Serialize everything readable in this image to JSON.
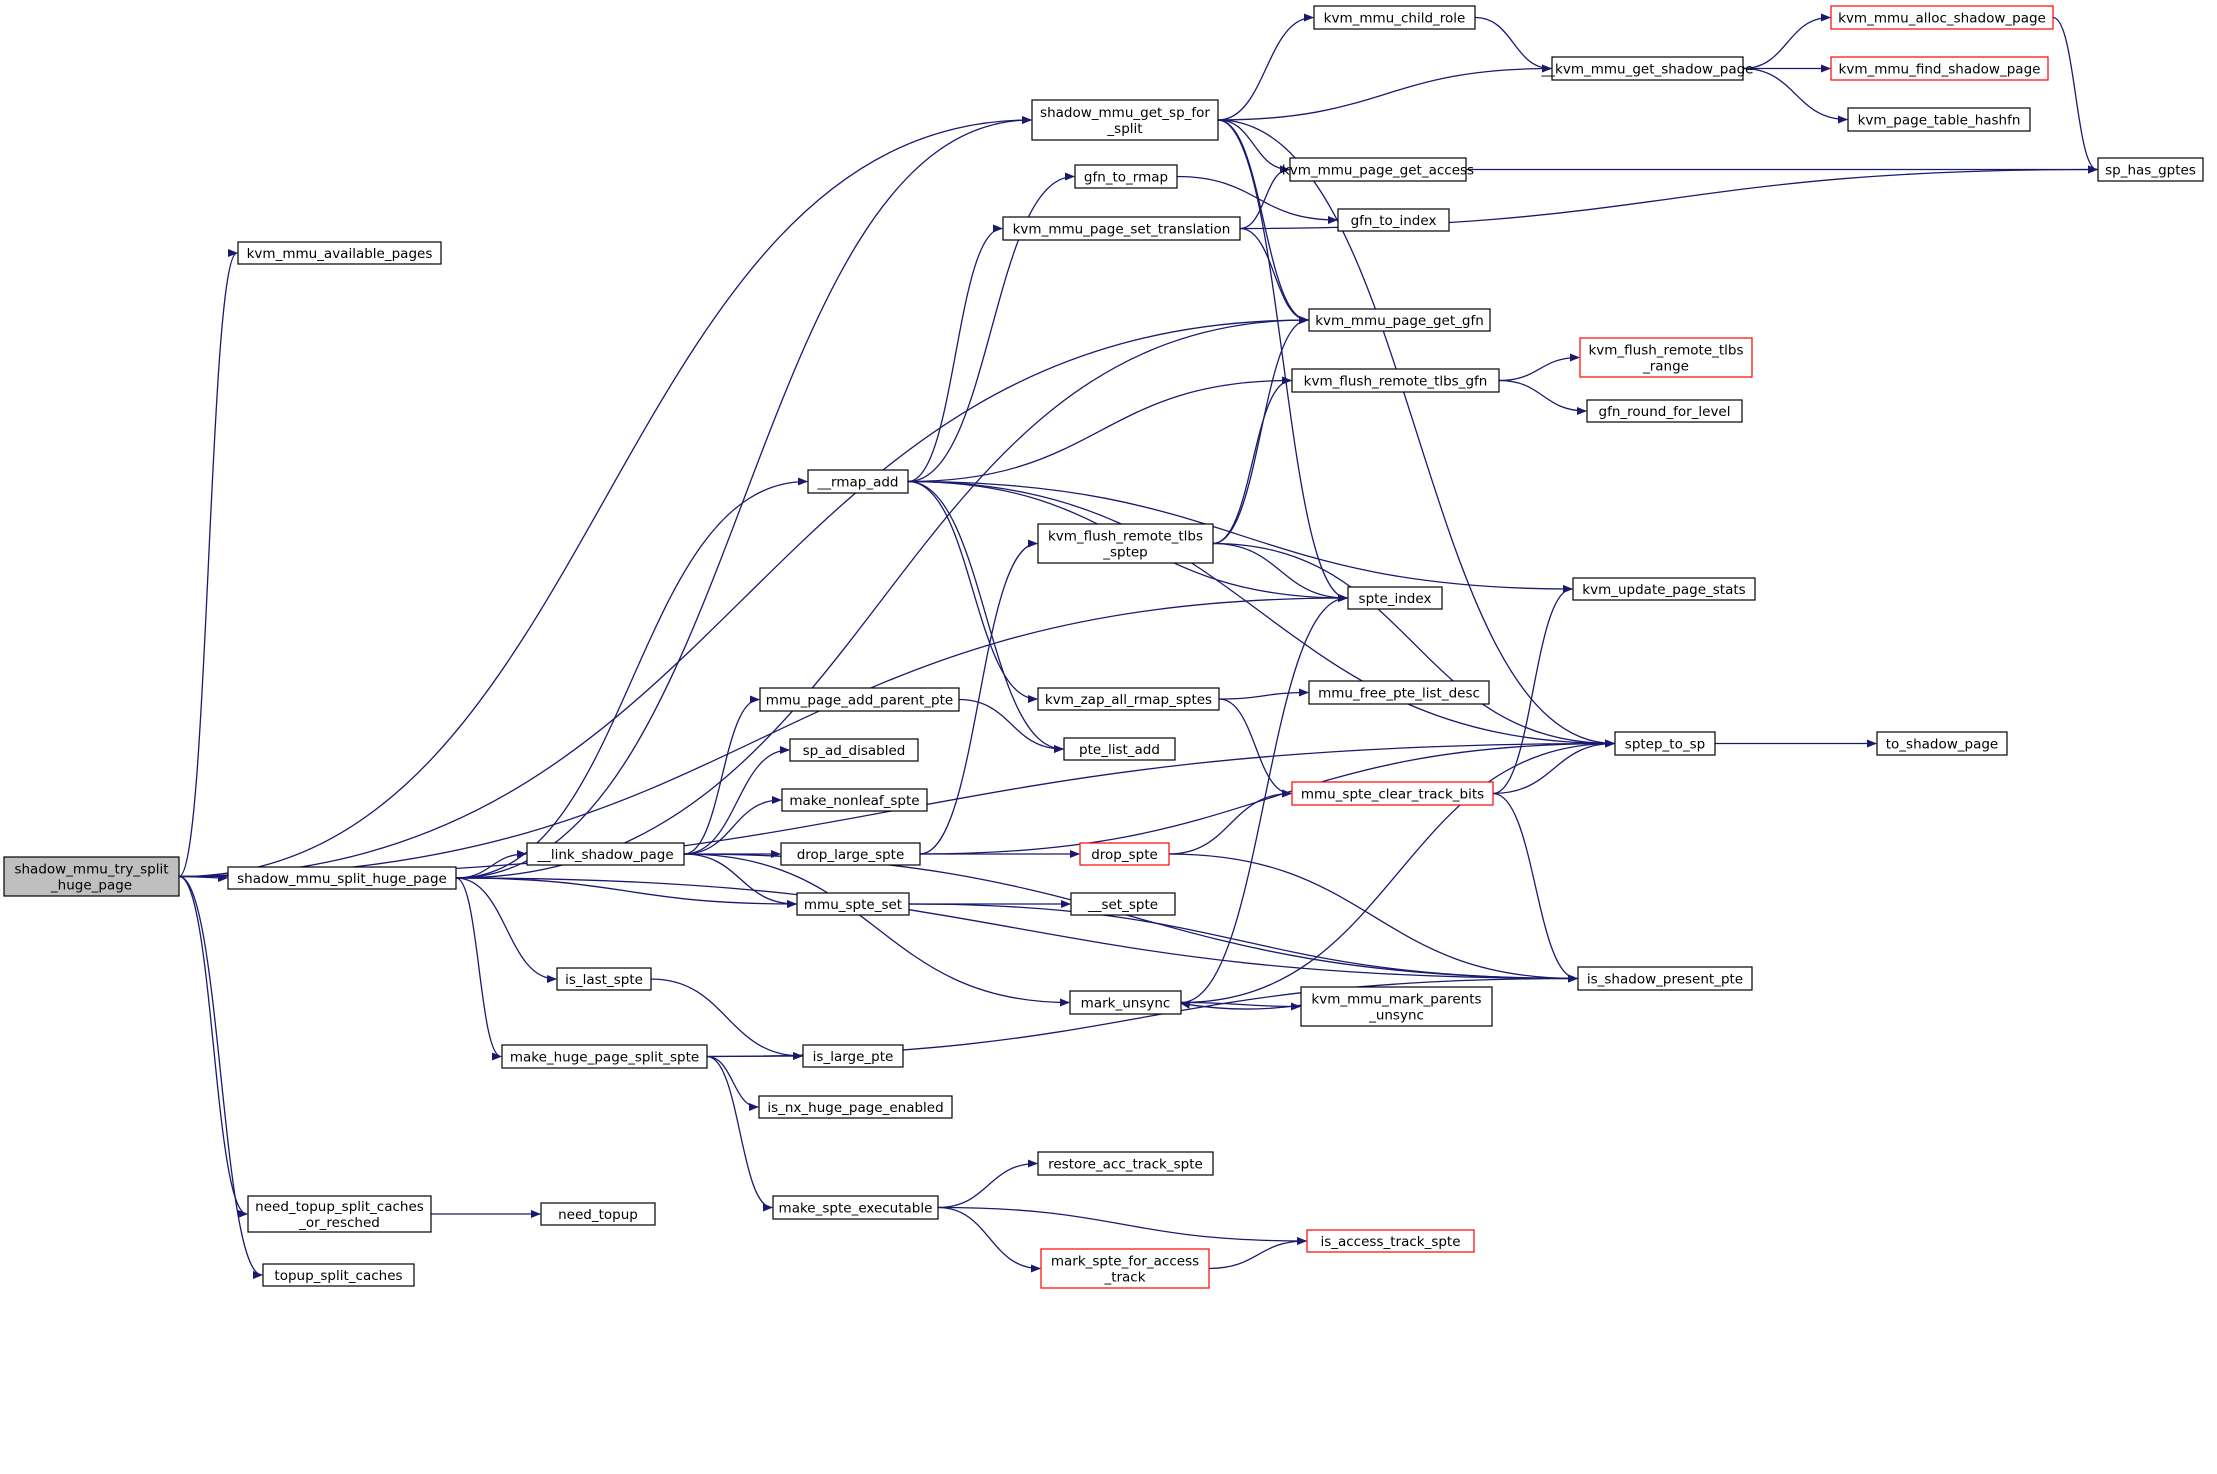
{
  "colors": {
    "edge": "#191970",
    "node_border": "#000000",
    "node_border_truncated": "#ff0000",
    "node_fill": "#ffffff",
    "node_fill_root": "#bfbfbf"
  },
  "nodes": [
    {
      "id": "root",
      "lines": [
        "shadow_mmu_try_split",
        "_huge_page"
      ],
      "style": "root"
    },
    {
      "id": "avail",
      "lines": [
        "kvm_mmu_available_pages"
      ],
      "style": "normal"
    },
    {
      "id": "split",
      "lines": [
        "shadow_mmu_split_huge_page"
      ],
      "style": "normal"
    },
    {
      "id": "needtopupsplit",
      "lines": [
        "need_topup_split_caches",
        "_or_resched"
      ],
      "style": "normal"
    },
    {
      "id": "topupsplit",
      "lines": [
        "topup_split_caches"
      ],
      "style": "normal"
    },
    {
      "id": "getsp",
      "lines": [
        "shadow_mmu_get_sp_for",
        "_split"
      ],
      "style": "normal"
    },
    {
      "id": "rmapadd",
      "lines": [
        "__rmap_add"
      ],
      "style": "normal"
    },
    {
      "id": "link",
      "lines": [
        "__link_shadow_page"
      ],
      "style": "normal"
    },
    {
      "id": "islast",
      "lines": [
        "is_last_spte"
      ],
      "style": "normal"
    },
    {
      "id": "mkhuge",
      "lines": [
        "make_huge_page_split_spte"
      ],
      "style": "normal"
    },
    {
      "id": "needtopup",
      "lines": [
        "need_topup"
      ],
      "style": "normal"
    },
    {
      "id": "childrole",
      "lines": [
        "kvm_mmu_child_role"
      ],
      "style": "normal"
    },
    {
      "id": "getshadow",
      "lines": [
        "__kvm_mmu_get_shadow_page"
      ],
      "style": "normal"
    },
    {
      "id": "allocshadow",
      "lines": [
        "kvm_mmu_alloc_shadow_page"
      ],
      "style": "truncated"
    },
    {
      "id": "findshadow",
      "lines": [
        "kvm_mmu_find_shadow_page"
      ],
      "style": "truncated"
    },
    {
      "id": "hashfn",
      "lines": [
        "kvm_page_table_hashfn"
      ],
      "style": "normal"
    },
    {
      "id": "hasgptes",
      "lines": [
        "sp_has_gptes"
      ],
      "style": "normal"
    },
    {
      "id": "gfntormap",
      "lines": [
        "gfn_to_rmap"
      ],
      "style": "normal"
    },
    {
      "id": "getaccess",
      "lines": [
        "kvm_mmu_page_get_access"
      ],
      "style": "normal"
    },
    {
      "id": "settrans",
      "lines": [
        "kvm_mmu_page_set_translation"
      ],
      "style": "normal"
    },
    {
      "id": "gfntoindex",
      "lines": [
        "gfn_to_index"
      ],
      "style": "normal"
    },
    {
      "id": "getgfn",
      "lines": [
        "kvm_mmu_page_get_gfn"
      ],
      "style": "normal"
    },
    {
      "id": "flushgfn",
      "lines": [
        "kvm_flush_remote_tlbs_gfn"
      ],
      "style": "normal"
    },
    {
      "id": "flushrange",
      "lines": [
        "kvm_flush_remote_tlbs",
        "_range"
      ],
      "style": "truncated"
    },
    {
      "id": "gfnround",
      "lines": [
        "gfn_round_for_level"
      ],
      "style": "normal"
    },
    {
      "id": "flushsptep",
      "lines": [
        "kvm_flush_remote_tlbs",
        "_sptep"
      ],
      "style": "normal"
    },
    {
      "id": "updstats",
      "lines": [
        "kvm_update_page_stats"
      ],
      "style": "normal"
    },
    {
      "id": "spteindex",
      "lines": [
        "spte_index"
      ],
      "style": "normal"
    },
    {
      "id": "zaprmap",
      "lines": [
        "kvm_zap_all_rmap_sptes"
      ],
      "style": "normal"
    },
    {
      "id": "freeptelist",
      "lines": [
        "mmu_free_pte_list_desc"
      ],
      "style": "normal"
    },
    {
      "id": "addparent",
      "lines": [
        "mmu_page_add_parent_pte"
      ],
      "style": "normal"
    },
    {
      "id": "ptelistadd",
      "lines": [
        "pte_list_add"
      ],
      "style": "normal"
    },
    {
      "id": "sptetosp",
      "lines": [
        "sptep_to_sp"
      ],
      "style": "normal"
    },
    {
      "id": "toshadow",
      "lines": [
        "to_shadow_page"
      ],
      "style": "normal"
    },
    {
      "id": "addisabled",
      "lines": [
        "sp_ad_disabled"
      ],
      "style": "normal"
    },
    {
      "id": "mknonleaf",
      "lines": [
        "make_nonleaf_spte"
      ],
      "style": "normal"
    },
    {
      "id": "cleartrack",
      "lines": [
        "mmu_spte_clear_track_bits"
      ],
      "style": "truncated"
    },
    {
      "id": "droplarge",
      "lines": [
        "drop_large_spte"
      ],
      "style": "normal"
    },
    {
      "id": "dropspte",
      "lines": [
        "drop_spte"
      ],
      "style": "truncated"
    },
    {
      "id": "sptesset",
      "lines": [
        "mmu_spte_set"
      ],
      "style": "normal"
    },
    {
      "id": "setspte",
      "lines": [
        "__set_spte"
      ],
      "style": "normal"
    },
    {
      "id": "ispresent",
      "lines": [
        "is_shadow_present_pte"
      ],
      "style": "normal"
    },
    {
      "id": "markunsync",
      "lines": [
        "mark_unsync"
      ],
      "style": "normal"
    },
    {
      "id": "markparents",
      "lines": [
        "kvm_mmu_mark_parents",
        "_unsync"
      ],
      "style": "normal"
    },
    {
      "id": "islarge",
      "lines": [
        "is_large_pte"
      ],
      "style": "normal"
    },
    {
      "id": "nxhuge",
      "lines": [
        "is_nx_huge_page_enabled"
      ],
      "style": "normal"
    },
    {
      "id": "restoreacc",
      "lines": [
        "restore_acc_track_spte"
      ],
      "style": "normal"
    },
    {
      "id": "mkexec",
      "lines": [
        "make_spte_executable"
      ],
      "style": "normal"
    },
    {
      "id": "isacctrack",
      "lines": [
        "is_access_track_spte"
      ],
      "style": "truncated"
    },
    {
      "id": "markacc",
      "lines": [
        "mark_spte_for_access",
        "_track"
      ],
      "style": "truncated"
    }
  ],
  "edges": [
    [
      "root",
      "avail"
    ],
    [
      "root",
      "split"
    ],
    [
      "root",
      "needtopupsplit"
    ],
    [
      "root",
      "topupsplit"
    ],
    [
      "root",
      "getsp"
    ],
    [
      "root",
      "getgfn"
    ],
    [
      "root",
      "spteindex"
    ],
    [
      "root",
      "sptetosp"
    ],
    [
      "split",
      "getsp"
    ],
    [
      "split",
      "getgfn"
    ],
    [
      "split",
      "rmapadd"
    ],
    [
      "split",
      "link"
    ],
    [
      "split",
      "sptesset"
    ],
    [
      "split",
      "islast"
    ],
    [
      "split",
      "mkhuge"
    ],
    [
      "split",
      "ispresent"
    ],
    [
      "needtopupsplit",
      "needtopup"
    ],
    [
      "getsp",
      "childrole"
    ],
    [
      "getsp",
      "getshadow"
    ],
    [
      "getsp",
      "getaccess"
    ],
    [
      "getsp",
      "getgfn"
    ],
    [
      "getsp",
      "spteindex"
    ],
    [
      "getsp",
      "sptetosp"
    ],
    [
      "childrole",
      "getshadow"
    ],
    [
      "getshadow",
      "allocshadow"
    ],
    [
      "getshadow",
      "findshadow"
    ],
    [
      "getshadow",
      "hashfn"
    ],
    [
      "allocshadow",
      "hasgptes"
    ],
    [
      "getaccess",
      "hasgptes"
    ],
    [
      "gfntormap",
      "gfntoindex"
    ],
    [
      "settrans",
      "getaccess"
    ],
    [
      "settrans",
      "hasgptes"
    ],
    [
      "settrans",
      "getgfn"
    ],
    [
      "rmapadd",
      "gfntormap"
    ],
    [
      "rmapadd",
      "settrans"
    ],
    [
      "rmapadd",
      "flushgfn"
    ],
    [
      "rmapadd",
      "updstats"
    ],
    [
      "rmapadd",
      "sptetosp"
    ],
    [
      "rmapadd",
      "spteindex"
    ],
    [
      "rmapadd",
      "zaprmap"
    ],
    [
      "rmapadd",
      "ptelistadd"
    ],
    [
      "flushgfn",
      "flushrange"
    ],
    [
      "flushgfn",
      "gfnround"
    ],
    [
      "flushsptep",
      "getgfn"
    ],
    [
      "flushsptep",
      "flushgfn"
    ],
    [
      "flushsptep",
      "spteindex"
    ],
    [
      "flushsptep",
      "sptetosp"
    ],
    [
      "zaprmap",
      "freeptelist"
    ],
    [
      "zaprmap",
      "cleartrack"
    ],
    [
      "addparent",
      "ptelistadd"
    ],
    [
      "link",
      "addparent"
    ],
    [
      "link",
      "addisabled"
    ],
    [
      "link",
      "mknonleaf"
    ],
    [
      "link",
      "droplarge"
    ],
    [
      "link",
      "sptesset"
    ],
    [
      "link",
      "markunsync"
    ],
    [
      "link",
      "ispresent"
    ],
    [
      "droplarge",
      "flushsptep"
    ],
    [
      "droplarge",
      "sptetosp"
    ],
    [
      "droplarge",
      "dropspte"
    ],
    [
      "dropspte",
      "cleartrack"
    ],
    [
      "dropspte",
      "ispresent"
    ],
    [
      "cleartrack",
      "updstats"
    ],
    [
      "cleartrack",
      "sptetosp"
    ],
    [
      "cleartrack",
      "ispresent"
    ],
    [
      "sptetosp",
      "toshadow"
    ],
    [
      "sptesset",
      "setspte"
    ],
    [
      "sptesset",
      "ispresent"
    ],
    [
      "markunsync",
      "spteindex"
    ],
    [
      "markunsync",
      "sptetosp"
    ],
    [
      "markunsync",
      "markparents"
    ],
    [
      "markparents",
      "markunsync"
    ],
    [
      "islast",
      "islarge"
    ],
    [
      "mkhuge",
      "islarge"
    ],
    [
      "mkhuge",
      "nxhuge"
    ],
    [
      "mkhuge",
      "mkexec"
    ],
    [
      "mkhuge",
      "ispresent"
    ],
    [
      "mkexec",
      "restoreacc"
    ],
    [
      "mkexec",
      "isacctrack"
    ],
    [
      "mkexec",
      "markacc"
    ],
    [
      "markacc",
      "isacctrack"
    ]
  ]
}
